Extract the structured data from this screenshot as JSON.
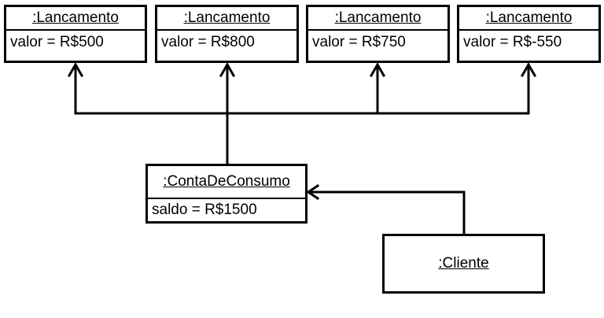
{
  "colors": {
    "line": "#000000",
    "background": "#ffffff"
  },
  "lancamentos": [
    {
      "name": ":Lancamento",
      "attribute": "valor = R$500"
    },
    {
      "name": ":Lancamento",
      "attribute": "valor = R$800"
    },
    {
      "name": ":Lancamento",
      "attribute": "valor = R$750"
    },
    {
      "name": ":Lancamento",
      "attribute": "valor = R$-550"
    }
  ],
  "conta": {
    "name": ":ContaDeConsumo",
    "attribute": "saldo = R$1500"
  },
  "cliente": {
    "name": ":Cliente"
  }
}
